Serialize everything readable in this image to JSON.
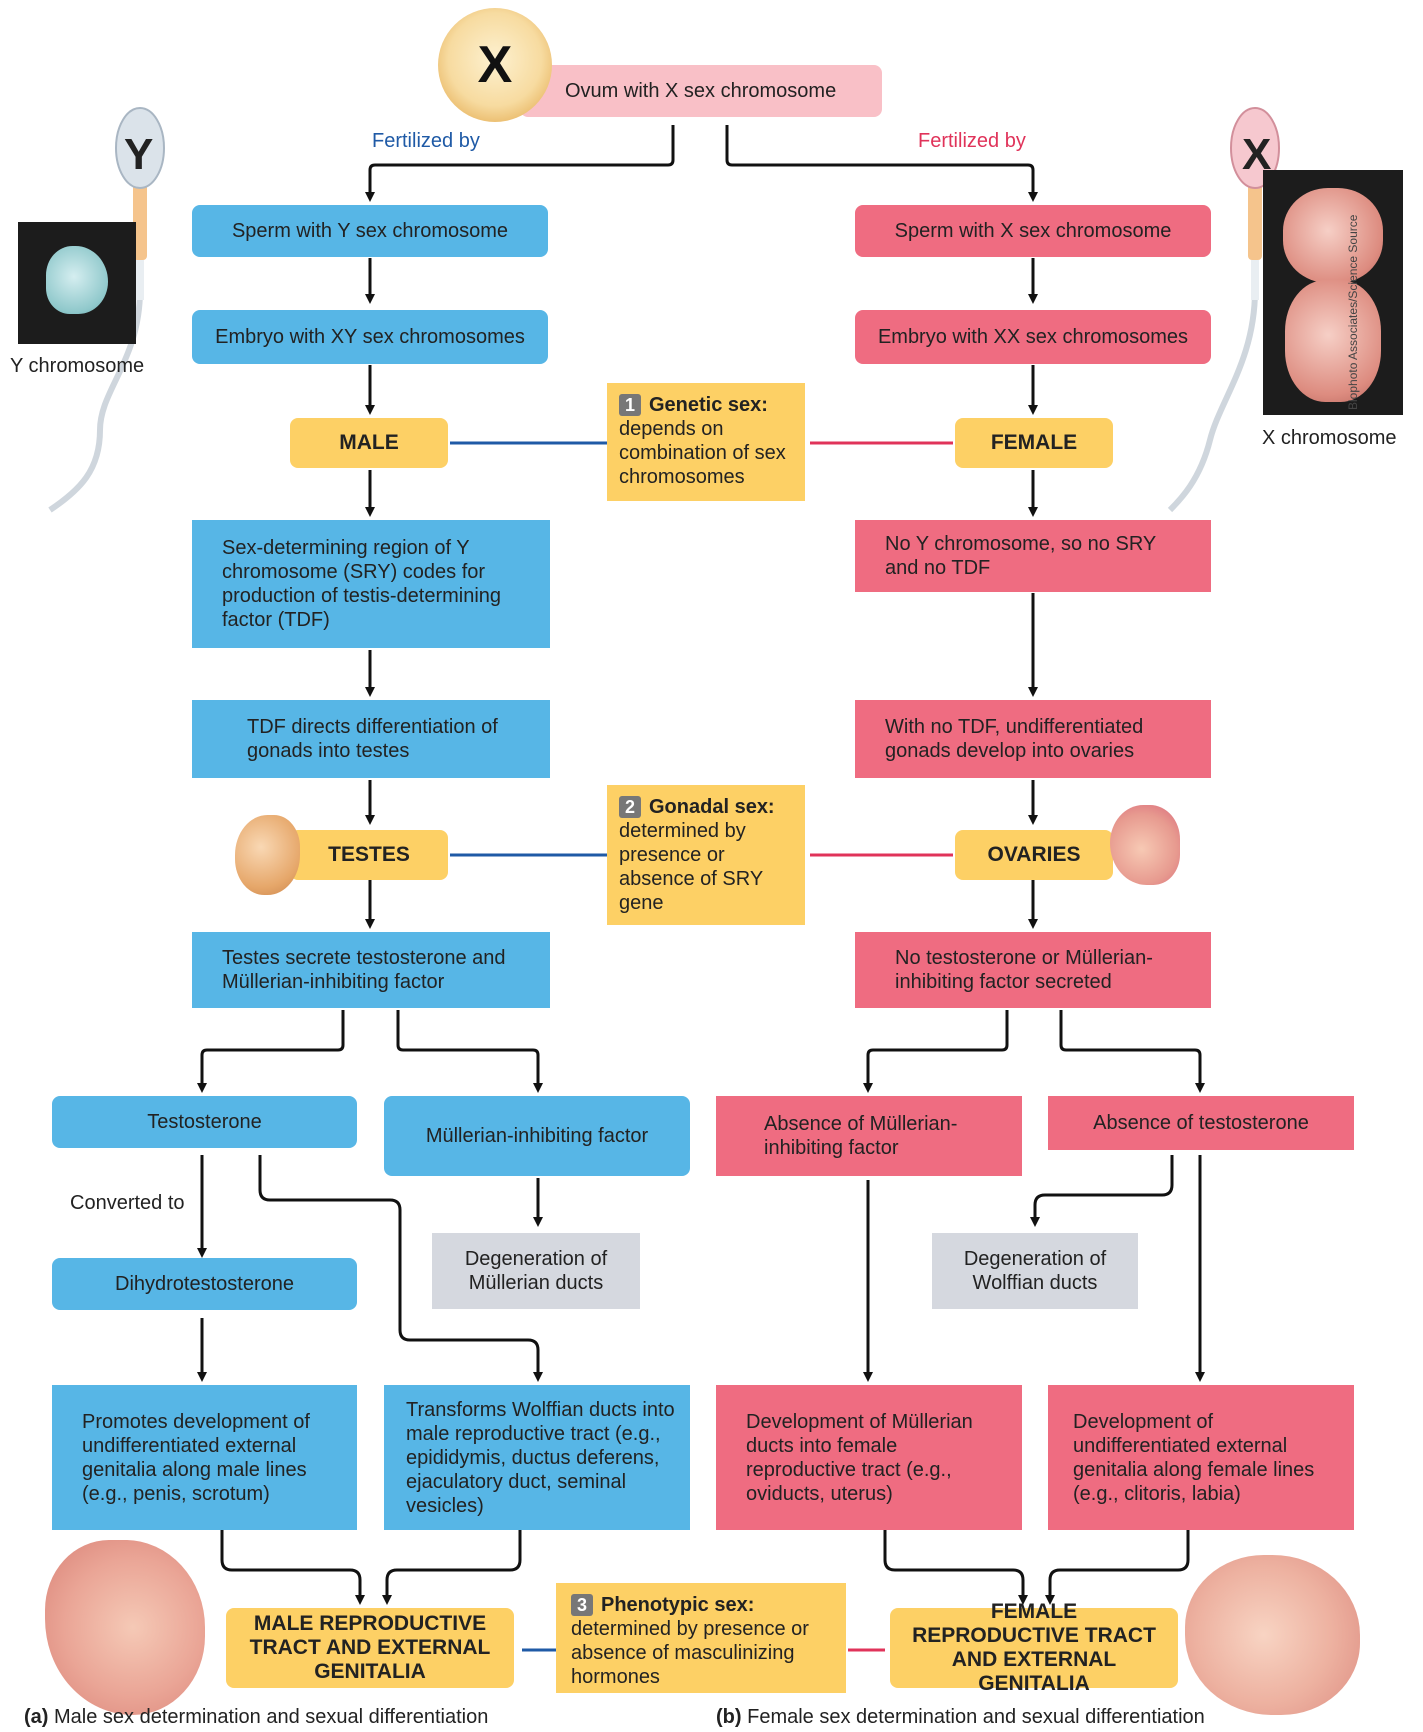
{
  "ovum": {
    "letter": "X",
    "label": "Ovum with X sex chromosome"
  },
  "fertilized_left": "Fertilized by",
  "fertilized_right": "Fertilized by",
  "sperm_y": {
    "letter": "Y",
    "chromosome_label": "Y chromosome"
  },
  "sperm_x": {
    "letter": "X",
    "chromosome_label": "X chromosome"
  },
  "credit": "Biophoto Associates/Science Source",
  "male": {
    "sperm": "Sperm with Y sex chromosome",
    "embryo": "Embryo with XY sex chromosomes",
    "sex": "MALE",
    "sry": "Sex-determining region of Y chromosome (SRY) codes for production of testis-determining factor (TDF)",
    "tdf": "TDF directs differentiation of gonads into testes",
    "gonad": "TESTES",
    "secrete": "Testes secrete testosterone and Müllerian-inhibiting factor",
    "testosterone": "Testosterone",
    "mif": "Müllerian-inhibiting factor",
    "converted": "Converted to",
    "dht": "Dihydrotestosterone",
    "degen": "Degeneration of Müllerian ducts",
    "promotes": "Promotes development of undifferentiated external genitalia along male lines (e.g., penis, scrotum)",
    "transforms": "Transforms Wolffian ducts into male reproductive tract (e.g., epididymis, ductus deferens, ejaculatory duct, seminal vesicles)",
    "final": "MALE REPRODUCTIVE TRACT AND EXTERNAL GENITALIA"
  },
  "female": {
    "sperm": "Sperm with X sex chromosome",
    "embryo": "Embryo with XX sex chromosomes",
    "sex": "FEMALE",
    "nosry": "No Y chromosome, so no SRY and no TDF",
    "notdf": "With no TDF, undifferentiated gonads develop into ovaries",
    "gonad": "OVARIES",
    "nosecrete": "No testosterone or Müllerian-inhibiting factor secreted",
    "absmif": "Absence of Müllerian-inhibiting factor",
    "abstest": "Absence of testosterone",
    "degen": "Degeneration of Wolffian ducts",
    "mullerian": "Development of Müllerian ducts into female reproductive tract (e.g., oviducts, uterus)",
    "genitalia": "Development of undifferentiated external genitalia along female lines (e.g., clitoris, labia)",
    "final": "FEMALE REPRODUCTIVE TRACT AND EXTERNAL GENITALIA"
  },
  "steps": [
    {
      "num": "1",
      "title": "Genetic sex:",
      "text": "depends on combination of sex chromosomes"
    },
    {
      "num": "2",
      "title": "Gonadal sex:",
      "text": "determined by presence or absence of SRY gene"
    },
    {
      "num": "3",
      "title": "Phenotypic sex:",
      "text": "determined by presence or absence of masculinizing hormones"
    }
  ],
  "captions": {
    "a_label": "(a)",
    "a_text": "Male sex determination and sexual differentiation",
    "b_label": "(b)",
    "b_text": "Female sex determination and sexual differentiation"
  },
  "colors": {
    "male": "#57b6e6",
    "female": "#ef6c81",
    "step": "#fdd065",
    "neutral": "#d5d8df",
    "ovum": "#f9c0c7",
    "male_line": "#1f5aa6",
    "female_line": "#e0335a"
  }
}
